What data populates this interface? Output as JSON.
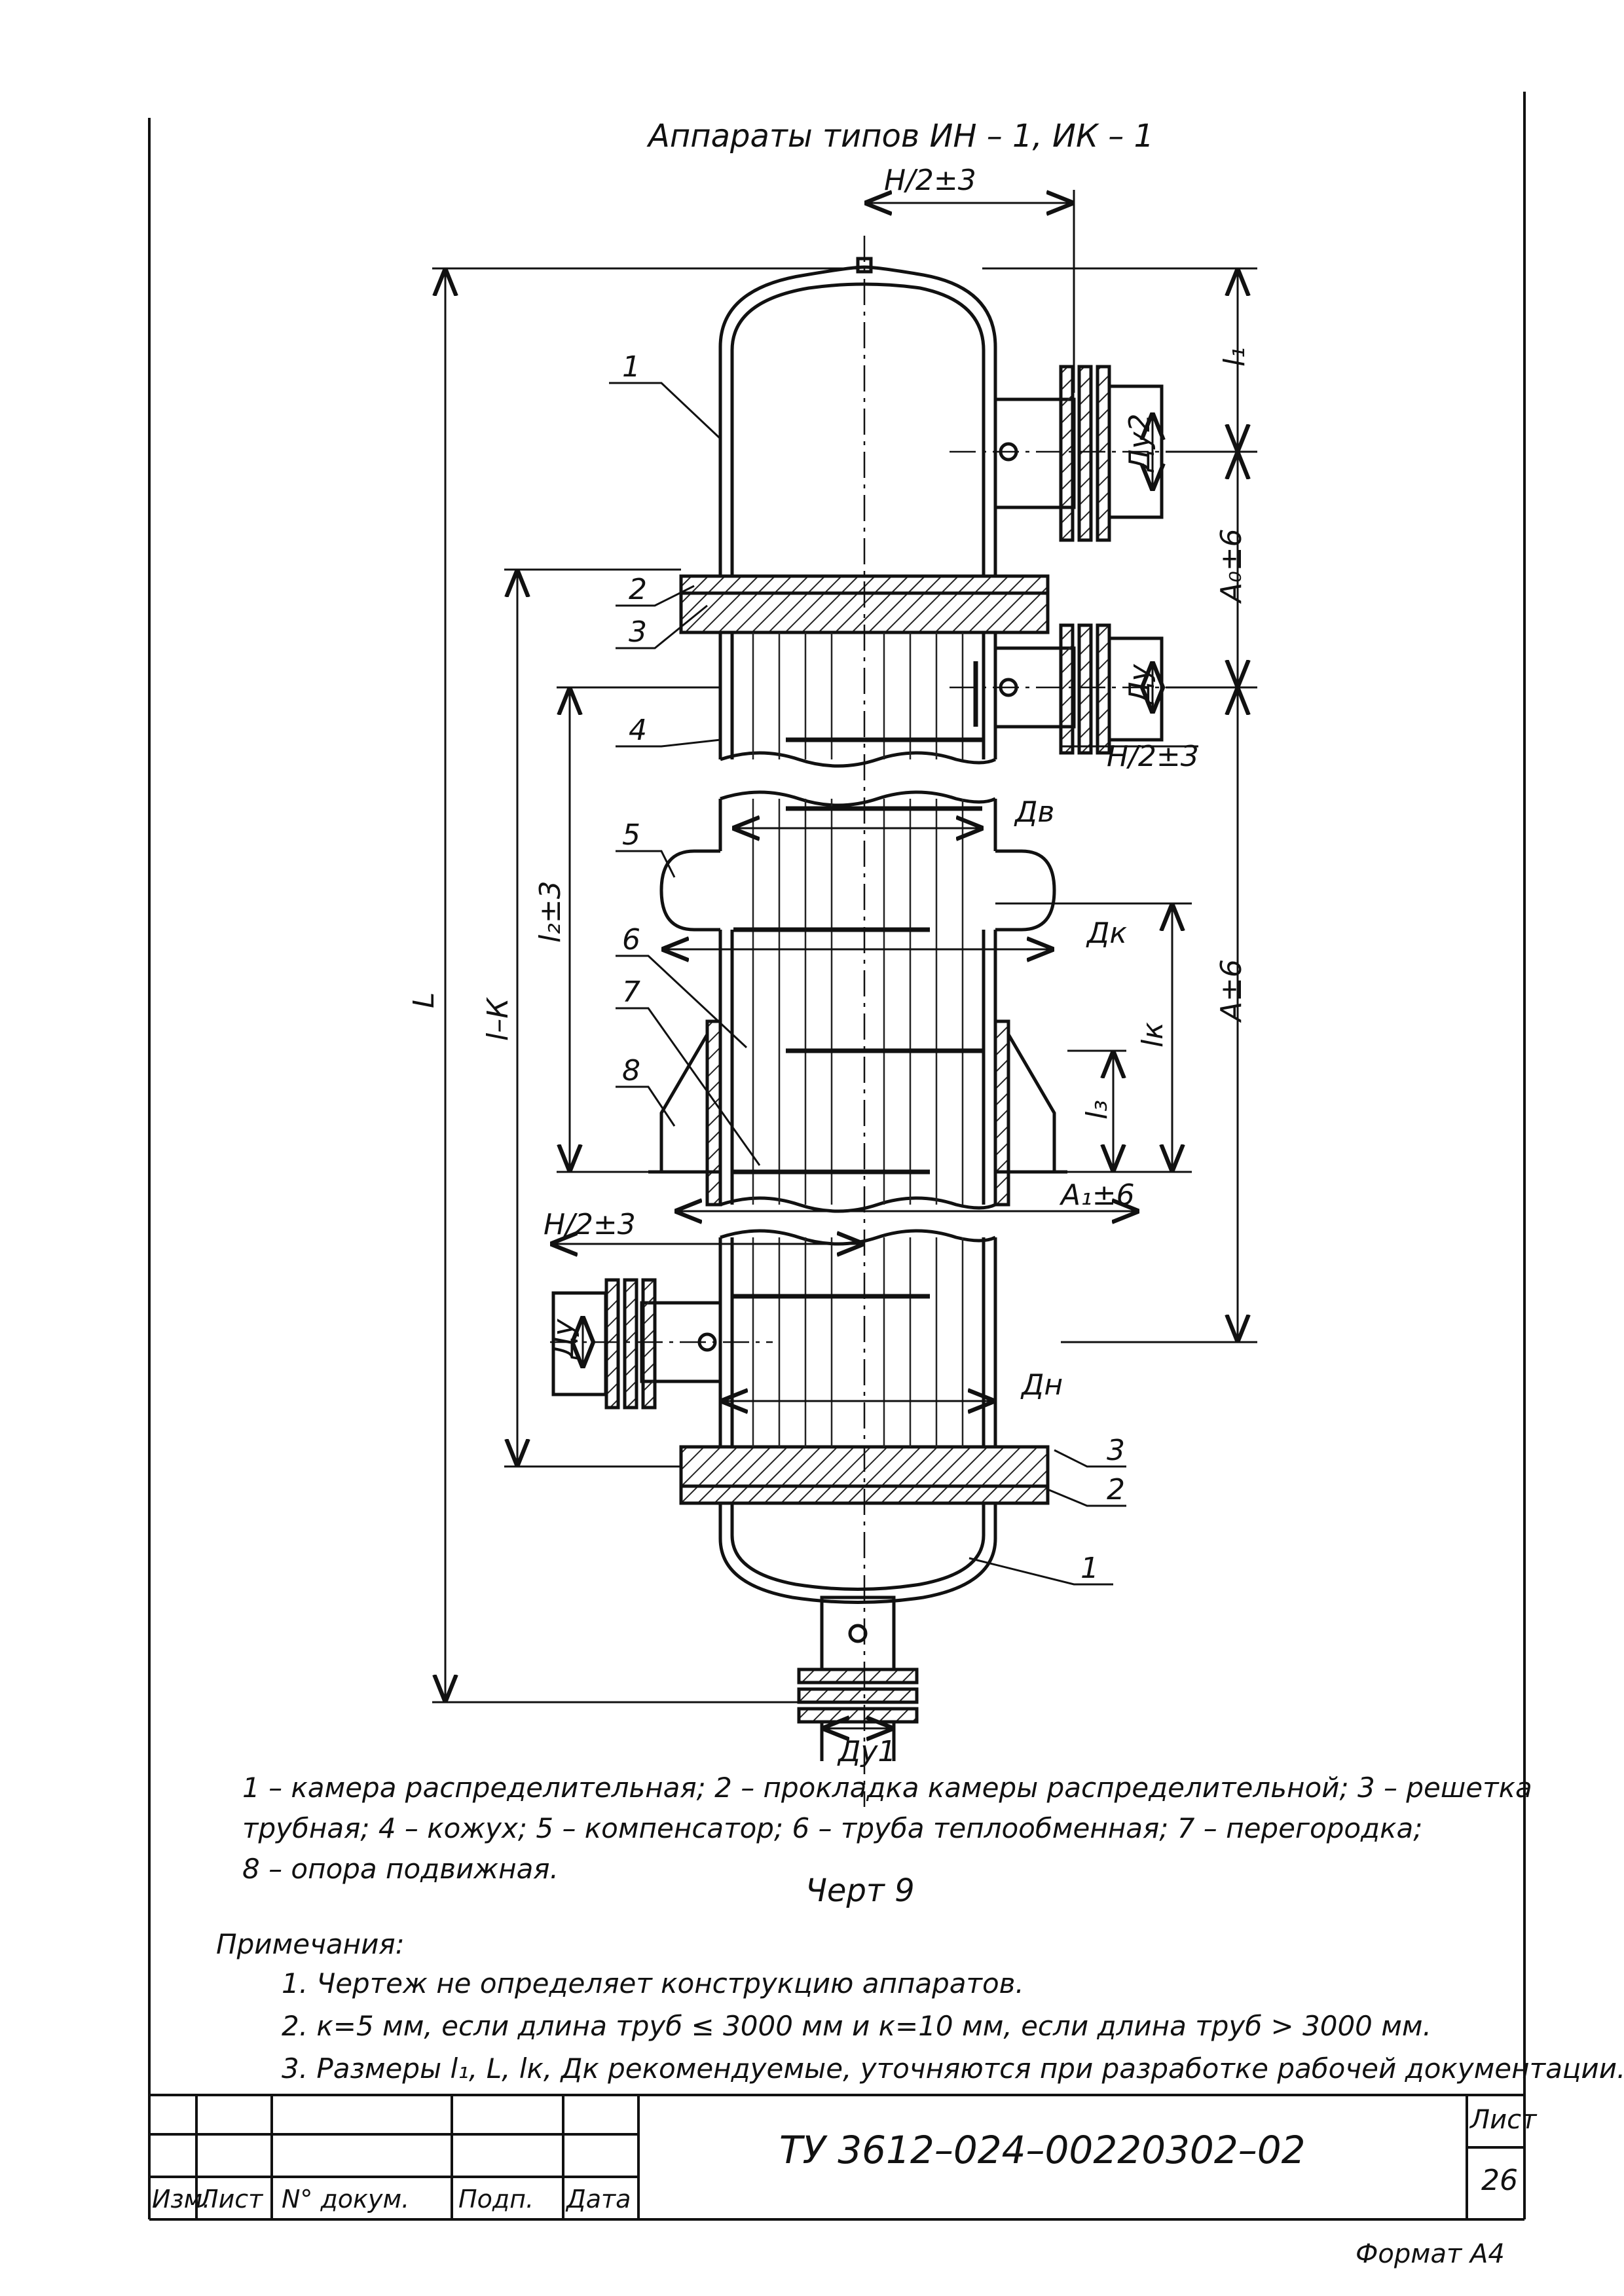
{
  "header": {
    "title": "Аппараты типов ИН – 1, ИК – 1"
  },
  "drawing": {
    "dimensions": {
      "top_offset": "Н/2±3",
      "l1": "l₁",
      "du2": "Ду2",
      "a0": "А₀±6",
      "du": "Ду",
      "mid_offset": "Н/2±3",
      "dv": "Дв",
      "l2": "l₂±3",
      "dk": "Дк",
      "l_minus_k": "l–К",
      "L": "L",
      "a": "А±6",
      "lk": "lк",
      "l3": "l₃",
      "a1": "А₁±6",
      "low_offset": "Н/2±3",
      "du_low": "Ду",
      "dn": "Дн",
      "du1": "Ду1"
    },
    "callouts": [
      "1",
      "2",
      "3",
      "4",
      "5",
      "6",
      "7",
      "8",
      "3",
      "2",
      "1"
    ]
  },
  "legend": {
    "line1": "1 – камера распределительная; 2 – прокладка камеры распределительной; 3 – решетка",
    "line2": "трубная; 4 – кожух; 5 – компенсатор; 6 – труба теплообменная; 7 – перегородка;",
    "line3": "8 – опора подвижная."
  },
  "figure_label": "Черт 9",
  "notes": {
    "title": "Примечания:",
    "items": [
      "1. Чертеж не определяет конструкцию аппаратов.",
      "2. к=5 мм, если длина труб ≤ 3000 мм и к=10 мм, если длина труб > 3000 мм.",
      "3. Размеры l₁, L, lк, Дк рекомендуемые, уточняются при разработке рабочей документации."
    ]
  },
  "title_block": {
    "document_code": "ТУ 3612–024–00220302–02",
    "sheet_label": "Лист",
    "sheet_number": "26",
    "col_izm": "Изм.",
    "col_list": "Лист",
    "col_doc": "N° докум.",
    "col_sign": "Подп.",
    "col_date": "Дата"
  },
  "format": "Формат А4"
}
